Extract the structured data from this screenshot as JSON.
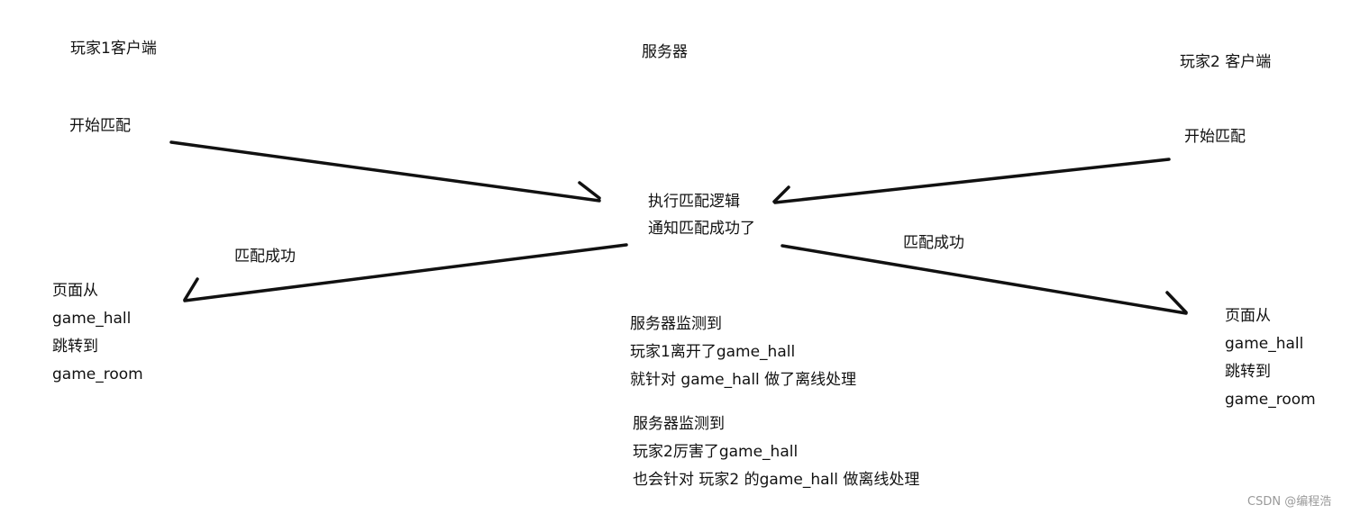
{
  "headings": {
    "player1_client": "玩家1客户端",
    "server": "服务器",
    "player2_client": "玩家2 客户端"
  },
  "player1": {
    "start_match": "开始匹配",
    "match_success": "匹配成功",
    "redirect_lines": [
      "页面从",
      "game_hall",
      "跳转到",
      "game_room"
    ]
  },
  "player2": {
    "start_match": "开始匹配",
    "match_success": "匹配成功",
    "redirect_lines": [
      "页面从",
      "game_hall",
      "跳转到",
      "game_room"
    ]
  },
  "server": {
    "logic_lines": [
      "执行匹配逻辑",
      "通知匹配成功了"
    ],
    "note1_lines": [
      "服务器监测到",
      "玩家1离开了game_hall",
      "就针对 game_hall 做了离线处理"
    ],
    "note2_lines": [
      "服务器监测到",
      "玩家2厉害了game_hall",
      "也会针对 玩家2 的game_hall 做离线处理"
    ]
  },
  "watermark": "CSDN @编程浩",
  "colors": {
    "ink": "#111111",
    "watermark": "#9a9a9a",
    "background": "#ffffff"
  }
}
